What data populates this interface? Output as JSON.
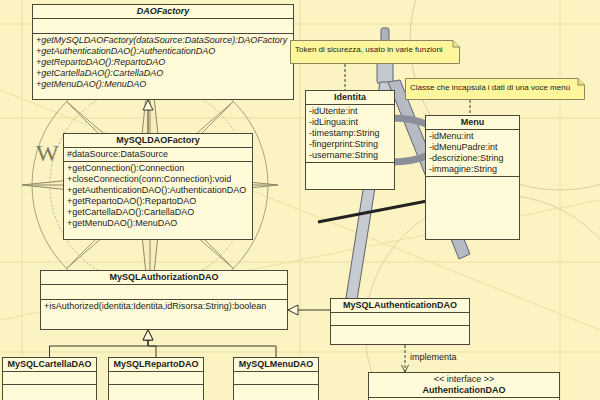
{
  "diagram": {
    "nodes": [
      {
        "text": [
          "DAOFactory",
          "+getMySQLDAOFactory(dataSource:DataSource):DAOFactory",
          "+getAuthenticationDAO():AuthenticationDAO",
          "+getRepartoDAO():RepartoDAO",
          "+getCartellaDAO():CartellaDAO",
          "+getMenuDAO():MenuDAO"
        ]
      },
      {
        "text": [
          "Token di sicurezza, usato in varie funzioni"
        ]
      },
      {
        "text": [
          "Classe che incapsula i dati di una voce menù"
        ]
      },
      {
        "text": [
          "Identita",
          "-idUtente:int",
          "-idLingua:int",
          "-timestamp:String",
          "-fingerprint:String",
          "-username:String"
        ]
      },
      {
        "text": [
          "Menu",
          "-idMenu:int",
          "-idMenuPadre:int",
          "-descrizione:String",
          "-immagine:String"
        ]
      },
      {
        "text": [
          "MySQLDAOFactory",
          "#dataSource:DataSource",
          "+getConnection():Connection",
          "+closeConnection(conn:Connection):void",
          "+getAuthenticationDAO():AuthenticationDAO",
          "+getRepartoDAO():RepartoDAO",
          "+getCartellaDAO():CartellaDAO",
          "+getMenuDAO():MenuDAO"
        ]
      },
      {
        "text": [
          "MySQLAuthorizationDAO",
          "+isAuthorized(identita:Identita,idRisorsa:String):boolean"
        ]
      },
      {
        "text": [
          "MySQLAuthenticationDAO"
        ]
      },
      {
        "text": [
          "MySQLCartellaDAO"
        ]
      },
      {
        "text": [
          "MySQLRepartoDAO"
        ]
      },
      {
        "text": [
          "MySQLMenuDAO"
        ]
      },
      {
        "text": [
          "<< interface >>",
          "AuthenticationDAO"
        ]
      }
    ],
    "edges": [
      {
        "from": 5,
        "to": 0,
        "arrow": "to"
      },
      {
        "from": 8,
        "to": 6,
        "arrow": "to"
      },
      {
        "from": 9,
        "to": 6,
        "arrow": "to"
      },
      {
        "from": 10,
        "to": 6,
        "arrow": "to"
      },
      {
        "from": 7,
        "to": 6,
        "arrow": "to"
      },
      {
        "from": 7,
        "to": 11,
        "label": "implementa",
        "arrow": "to"
      },
      {
        "from": 1,
        "to": 3,
        "arrow": "none"
      },
      {
        "from": 2,
        "to": 4,
        "arrow": "none"
      }
    ],
    "labels": [
      "W"
    ]
  }
}
